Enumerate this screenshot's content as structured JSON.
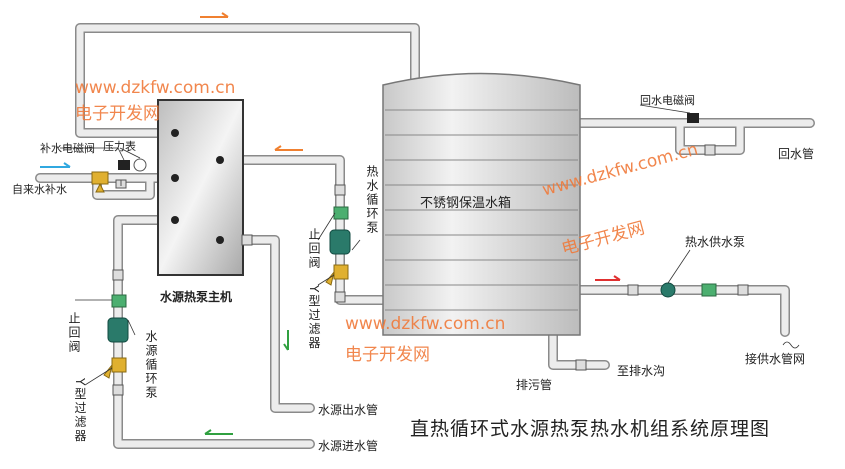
{
  "title": "直热循环式水源热泵热水机组系统原理图",
  "watermark": {
    "url": "www.dzkfw.com.cn",
    "name": "电子开发网"
  },
  "labels": {
    "makeup_solenoid": "补水电磁阀",
    "pressure_gauge": "压力表",
    "tap_water_makeup": "自来水补水",
    "heat_pump_unit": "水源热泵主机",
    "hot_water_circ_pump": "热水循环泵",
    "check_valve_right": "止回阀",
    "y_filter_right": "Y型过滤器",
    "tank": "不锈钢保温水箱",
    "return_solenoid": "回水电磁阀",
    "return_pipe": "回水管",
    "hot_water_supply_pump": "热水供水泵",
    "to_supply_network": "接供水管网",
    "drain_pipe": "排污管",
    "to_drain_ditch": "至排水沟",
    "source_outlet": "水源出水管",
    "source_inlet": "水源进水管",
    "check_valve_left": "止回阀",
    "source_circ_pump": "水源循环泵",
    "y_filter_left": "Y型过滤器"
  },
  "colors": {
    "pipe": "#e8e8e8",
    "pipe_edge": "#8a8a8a",
    "watermark": "#f07a3a",
    "arrow_orange": "#f08030",
    "arrow_blue": "#30a8e0",
    "arrow_green": "#30a040",
    "arrow_red": "#e03030",
    "pump": "#2a7a6a",
    "check_valve": "#4caf70",
    "filter": "#e0b030"
  }
}
